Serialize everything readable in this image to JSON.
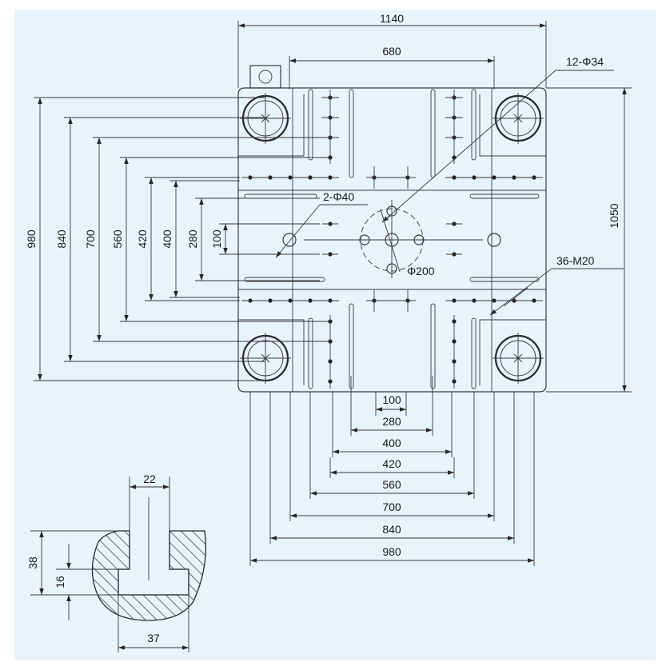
{
  "drawing": {
    "platen": {
      "overall_width": "1140",
      "tie_bar_spacing_width": "680",
      "overall_height": "1050",
      "tie_bar_holes": "12-Φ34",
      "ejector_holes": "2-Φ40",
      "center_circle": "Φ200",
      "tapped_holes": "36-M20",
      "vertical_dimensions": [
        "980",
        "840",
        "700",
        "560",
        "420",
        "400",
        "280",
        "100"
      ],
      "horizontal_dimensions": [
        "100",
        "280",
        "400",
        "420",
        "560",
        "700",
        "840",
        "980"
      ]
    },
    "t_slot_detail": {
      "slot_width": "22",
      "total_depth": "38",
      "slot_depth": "16",
      "bottom_width": "37"
    }
  }
}
